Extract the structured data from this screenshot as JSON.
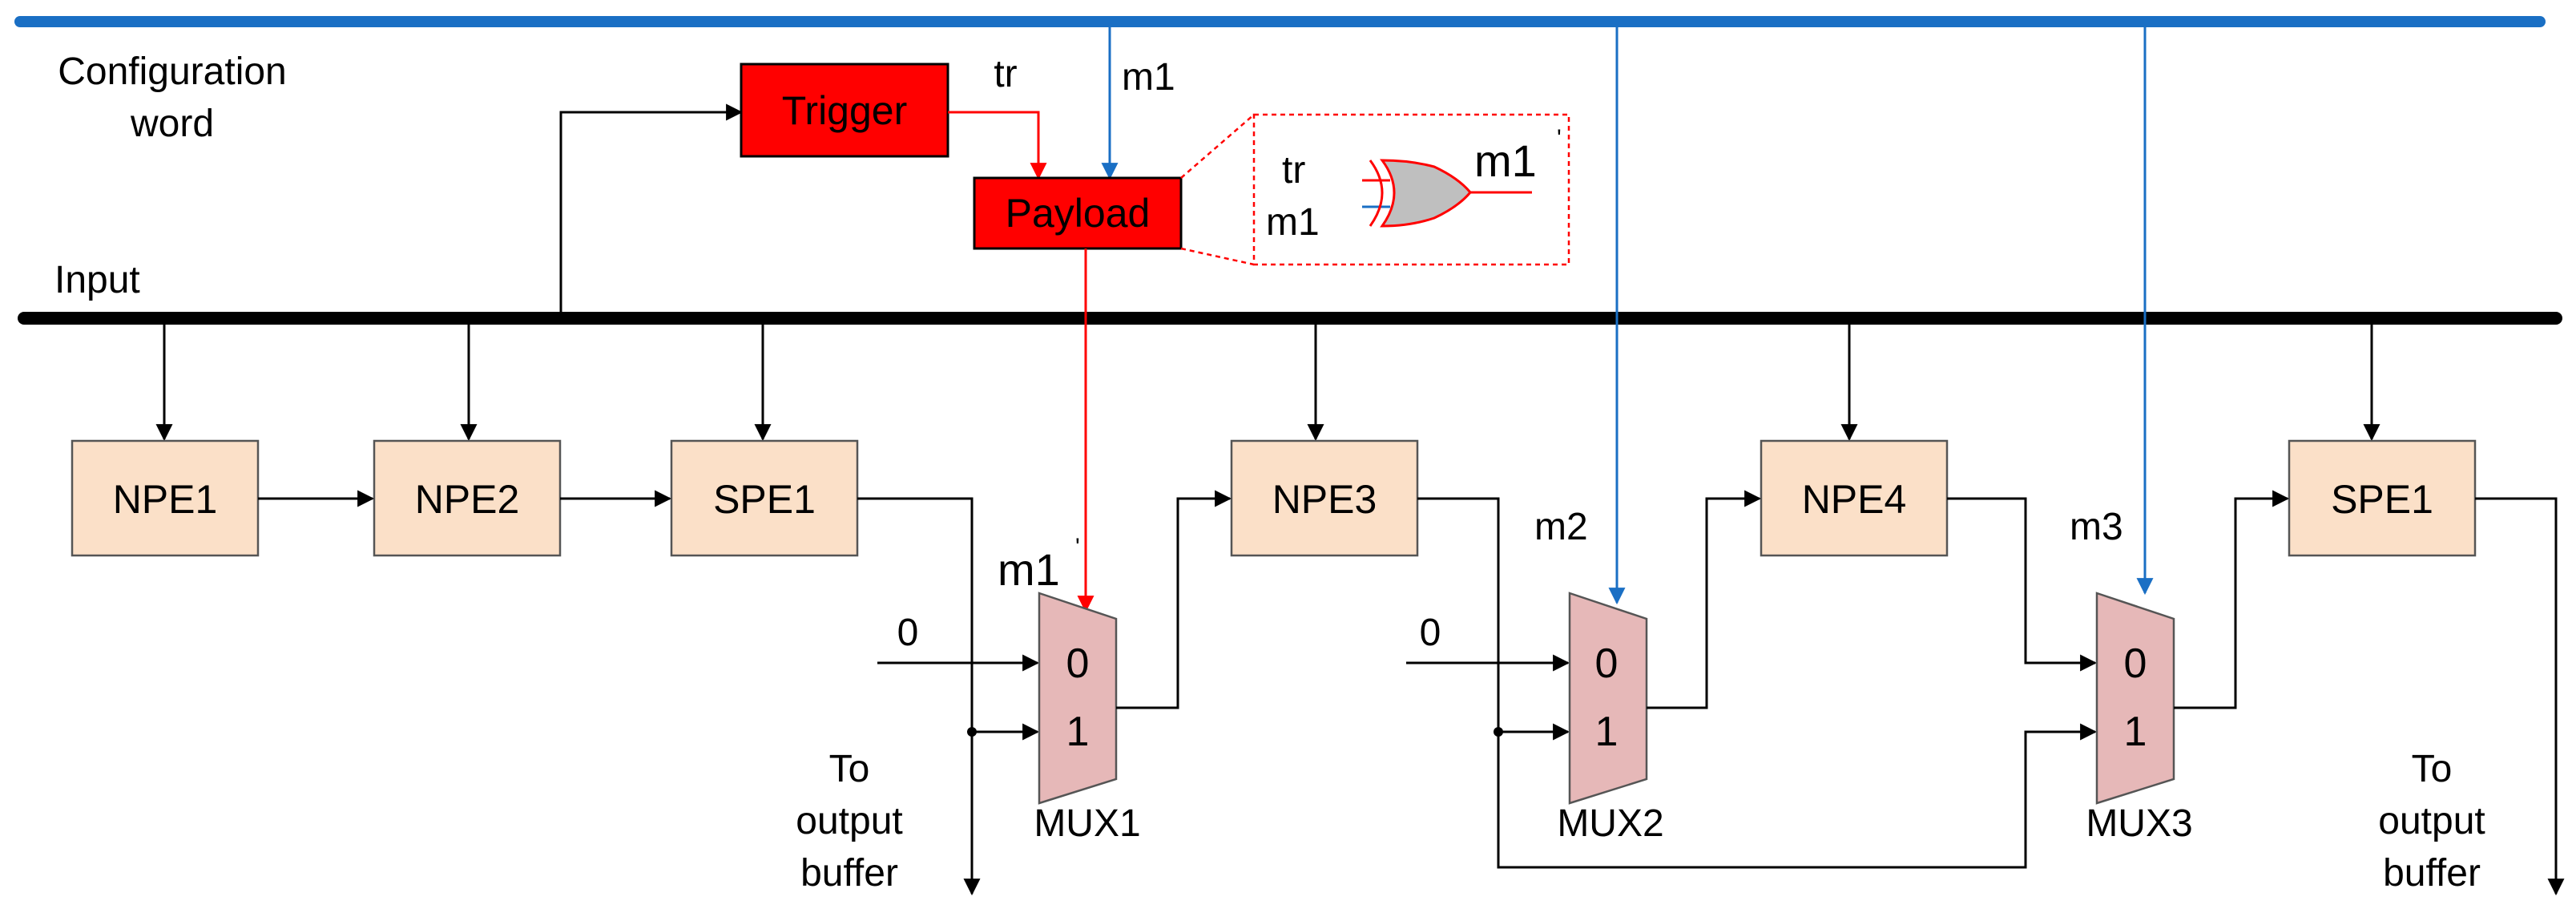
{
  "labels": {
    "config_word_line1": "Configuration",
    "config_word_line2": "word",
    "input": "Input",
    "tr": "tr",
    "m1": "m1",
    "m2": "m2",
    "m3": "m3",
    "m1_prime": "m1",
    "m1_prime_mark": "'",
    "zero_mux1": "0",
    "zero_mux2": "0",
    "to_output_buffer_left": [
      "To",
      "output",
      "buffer"
    ],
    "to_output_buffer_right": [
      "To",
      "output",
      "buffer"
    ]
  },
  "blocks": {
    "trigger": "Trigger",
    "payload": "Payload",
    "npe1": "NPE1",
    "npe2": "NPE2",
    "spe1_left": "SPE1",
    "npe3": "NPE3",
    "npe4": "NPE4",
    "spe1_right": "SPE1"
  },
  "inset": {
    "tr": "tr",
    "m1": "m1",
    "out": "m1",
    "out_mark": "'"
  },
  "muxes": [
    {
      "name": "MUX1",
      "in0": "0",
      "in1": "1"
    },
    {
      "name": "MUX2",
      "in0": "0",
      "in1": "1"
    },
    {
      "name": "MUX3",
      "in0": "0",
      "in1": "1"
    }
  ],
  "colors": {
    "config_bus": "#1a6fc4",
    "input_bus": "#000000",
    "trigger_fill": "#ff0000",
    "payload_fill": "#ff0000",
    "pe_fill": "#fbe0c8",
    "mux_fill": "#e6b8b8",
    "red_wire": "#ff0000",
    "blue_wire": "#1a6fc4",
    "xor_gate": "#bfbfbf"
  }
}
